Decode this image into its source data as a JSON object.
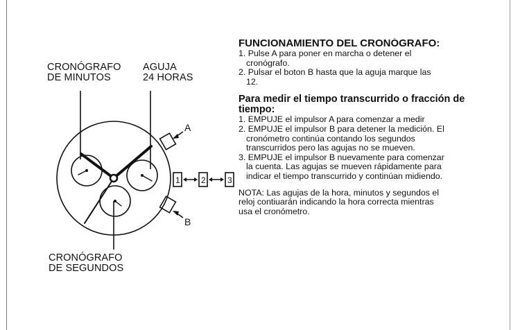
{
  "labels": {
    "minute_chrono": [
      "CRONÓGRAFO",
      "DE MINUTOS"
    ],
    "hand_24h": [
      "AGUJA",
      "24 HORAS"
    ],
    "second_chrono": [
      "CRONÓGRAFO",
      "DE SEGUNDOS"
    ],
    "pusher_a": "A",
    "pusher_b": "B",
    "steps": [
      "1",
      "2",
      "3"
    ]
  },
  "instructions": {
    "heading": "FUNCIONAMIENTO DEL CRONÓGRAFO:",
    "items": [
      {
        "lines": [
          "1. Pulse A para poner en marcha o detener el",
          "cronógrafo."
        ]
      },
      {
        "lines": [
          "2. Pulsar el boton B hasta que la aguja marque las",
          "12."
        ]
      }
    ]
  },
  "elapsed": {
    "heading": [
      "Para medir el tiempo transcurrido o fracción de",
      "tiempo:"
    ],
    "items": [
      {
        "lines": [
          "1. EMPUJE el impulsor A para comenzar a medir"
        ]
      },
      {
        "lines": [
          "2. EMPUJE el impulsor B para detener la medición. El",
          "cronómetro continúa contando los segundos",
          "transcurridos pero las agujas no se mueven."
        ]
      },
      {
        "lines": [
          "3. EMPUJE el impulsor B nuevamente para comenzar",
          "la cuenta.  Las agujas se mueven rápidamente para",
          "indicar el tiempo transcurrido y continúan midiendo."
        ]
      }
    ]
  },
  "note": [
    "NOTA: Las agujas de la hora, minutos y segundos el",
    "reloj contiuarán indicando la hora correcta mientras",
    "usa el cronómetro."
  ]
}
